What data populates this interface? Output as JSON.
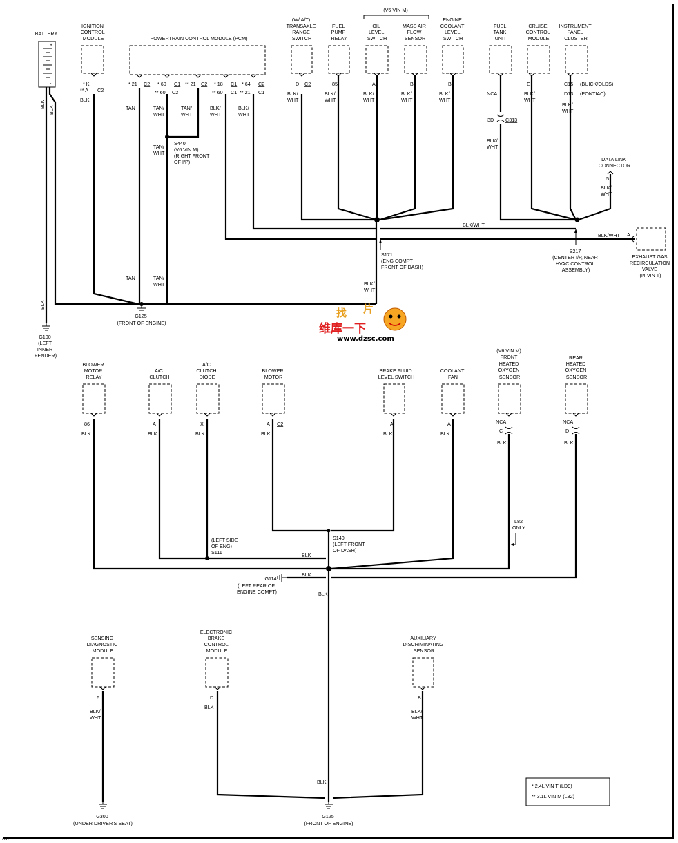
{
  "diagram": {
    "corner_id": "767",
    "components": {
      "battery": [
        "BATTERY"
      ],
      "ignition_control_module": [
        "IGNITION",
        "CONTROL",
        "MODULE"
      ],
      "pcm": [
        "POWERTRAIN CONTROL MODULE (PCM)"
      ],
      "transaxle_range_switch": [
        "(W/ A/T)",
        "TRANSAXLE",
        "RANGE",
        "SWITCH"
      ],
      "fuel_pump_relay": [
        "FUEL",
        "PUMP",
        "RELAY"
      ],
      "v6_vin_m_top": [
        "(V6 VIN M)"
      ],
      "oil_level_switch": [
        "OIL",
        "LEVEL",
        "SWITCH"
      ],
      "mass_air_flow_sensor": [
        "MASS AIR",
        "FLOW",
        "SENSOR"
      ],
      "engine_coolant_level_switch": [
        "ENGINE",
        "COOLANT",
        "LEVEL",
        "SWITCH"
      ],
      "fuel_tank_unit": [
        "FUEL",
        "TANK",
        "UNIT"
      ],
      "cruise_control_module": [
        "CRUISE",
        "CONTROL",
        "MODULE"
      ],
      "instrument_panel_cluster": [
        "INSTRUMENT",
        "PANEL",
        "CLUSTER"
      ],
      "data_link_connector": [
        "DATA LINK",
        "CONNECTOR"
      ],
      "egr_valve": [
        "EXHAUST GAS",
        "RECIRCULATION",
        "VALVE",
        "(I4 VIN T)"
      ],
      "blower_motor_relay": [
        "BLOWER",
        "MOTOR",
        "RELAY"
      ],
      "ac_clutch": [
        "A/C",
        "CLUTCH"
      ],
      "ac_clutch_diode": [
        "A/C",
        "CLUTCH",
        "DIODE"
      ],
      "blower_motor": [
        "BLOWER",
        "MOTOR"
      ],
      "brake_fluid_level_switch": [
        "BRAKE FLUID",
        "LEVEL SWITCH"
      ],
      "coolant_fan": [
        "COOLANT",
        "FAN"
      ],
      "front_heated_oxygen_sensor": [
        "(V6 VIN M)",
        "FRONT",
        "HEATED",
        "OXYGEN",
        "SENSOR"
      ],
      "rear_heated_oxygen_sensor": [
        "REAR",
        "HEATED",
        "OXYGEN",
        "SENSOR"
      ],
      "sensing_diagnostic_module": [
        "SENSING",
        "DIAGNOSTIC",
        "MODULE"
      ],
      "electronic_brake_control_module": [
        "ELECTRONIC",
        "BRAKE",
        "CONTROL",
        "MODULE"
      ],
      "auxiliary_discriminating_sensor": [
        "AUXILIARY",
        "DISCRIMINATING",
        "SENSOR"
      ]
    },
    "pins": {
      "icm_k": "* K",
      "icm_a": "** A",
      "icm_c2": "C2",
      "pcm_21_a": "* 21",
      "pcm_c2_a": "C2",
      "pcm_60_a": "* 60",
      "pcm_60_b": "** 60",
      "pcm_c2_b": "C2",
      "pcm_c1_a": "C1",
      "pcm_21_b": "** 21",
      "pcm_c2_c": "C2",
      "pcm_18": "* 18",
      "pcm_60_c": "** 60",
      "pcm_c1_b": "C1",
      "pcm_64": "* 64",
      "pcm_21_c": "** 21",
      "pcm_c1_c": "C1",
      "pcm_c2_d": "C2",
      "pcm_c1_d": "C1",
      "pcm_c1_e": "C1",
      "trs_d": "D",
      "trs_c2": "C2",
      "fpr_85": "85",
      "ols_a": "A",
      "maf_b": "B",
      "ecls_b": "B",
      "ftu_nca": "NCA",
      "ftu_3d": "3D",
      "ftu_c313": "C313",
      "ccm_e": "E",
      "ipc_c15": "C15",
      "ipc_d13": "D13",
      "ipc_buick": "(BUICK/OLDS)",
      "ipc_pontiac": "(PONTIAC)",
      "dlc_5": "5",
      "egr_a": "A",
      "bmr_86": "86",
      "acc_a": "A",
      "acd_x": "X",
      "bm_a": "A",
      "bm_c2": "C2",
      "bfls_a": "A",
      "cf_a": "A",
      "fho2_nca": "NCA",
      "fho2_c": "C",
      "rho2_nca": "NCA",
      "rho2_d": "D",
      "sdm_6": "6",
      "ebcm_d": "D",
      "ads_b": "B"
    },
    "wire_colors": {
      "batt_blk_1": "BLK",
      "batt_blk_2": "BLK",
      "icm_blk": "BLK",
      "tan_1": "TAN",
      "tan_wht_1": "TAN/",
      "tan_wht_1b": "WHT",
      "tan_wht_2": "TAN/",
      "tan_wht_2b": "WHT",
      "blk_wht_pcm1": "BLK/",
      "blk_wht_pcm1b": "WHT",
      "blk_wht_pcm2": "BLK/",
      "blk_wht_pcm2b": "WHT",
      "tan_wht_3": "TAN/",
      "tan_wht_3b": "WHT",
      "trs_w": "BLK/",
      "trs_wb": "WHT",
      "fpr_w": "BLK/",
      "fpr_wb": "WHT",
      "ols_w": "BLK/",
      "ols_wb": "WHT",
      "maf_w": "BLK/",
      "maf_wb": "WHT",
      "ecls_w": "BLK/",
      "ecls_wb": "WHT",
      "ftu_w": "BLK/",
      "ftu_wb": "WHT",
      "ccm_w": "BLK/",
      "ccm_wb": "WHT",
      "ipc_w": "BLK/",
      "ipc_wb": "WHT",
      "dlc_w": "BLK/",
      "dlc_wb": "WHT",
      "bus_blk_wht": "BLK/WHT",
      "egr_blk_wht": "BLK/WHT",
      "tan_2": "TAN",
      "tan_wht_4": "TAN/",
      "tan_wht_4b": "WHT",
      "s171_w": "BLK/",
      "s171_wb": "WHT",
      "gnd_blk_left": "BLK",
      "bmr_w": "BLK",
      "acc_w": "BLK",
      "acd_w": "BLK",
      "bm_w": "BLK",
      "bfls_w": "BLK",
      "cf_w": "BLK",
      "fho2_w": "BLK",
      "rho2_w": "BLK",
      "bus2_blk_a": "BLK",
      "bus2_blk_b": "BLK",
      "bus2_blk_c": "BLK",
      "sdm_w": "BLK/",
      "sdm_wb": "WHT",
      "ebcm_w": "BLK",
      "ads_w": "BLK/",
      "ads_wb": "WHT",
      "g125b_blk": "BLK"
    },
    "splices": {
      "s440": [
        "S440",
        "(V6 VIN M)",
        "(RIGHT FRONT",
        "OF I/P)"
      ],
      "s171": [
        "S171",
        "(ENG COMPT",
        "FRONT OF DASH)"
      ],
      "s217": [
        "S217",
        "(CENTER I/P, NEAR",
        "HVAC CONTROL",
        "ASSEMBLY)"
      ],
      "s111": [
        "(LEFT SIDE",
        "OF ENG)",
        "S111"
      ],
      "s140": [
        "S140",
        "(LEFT FRONT",
        "OF DASH)"
      ],
      "l82": [
        "L82",
        "ONLY"
      ]
    },
    "grounds": {
      "g100": [
        "G100",
        "(LEFT",
        "INNER",
        "FENDER)"
      ],
      "g125_top": [
        "G125",
        "(FRONT OF ENGINE)"
      ],
      "g114": [
        "G114",
        "(LEFT REAR OF",
        "ENGINE COMPT)"
      ],
      "g300": [
        "G300",
        "(UNDER DRIVER'S SEAT)"
      ],
      "g125_bottom": [
        "G125",
        "(FRONT OF ENGINE)"
      ]
    },
    "legend": [
      "* 2.4L VIN T (LD9)",
      "** 3.1L VIN M (L82)"
    ],
    "watermark": {
      "text_top": "找",
      "text_top2": "片",
      "text_cn": "维库一下",
      "url": "www.dzsc.com"
    }
  }
}
